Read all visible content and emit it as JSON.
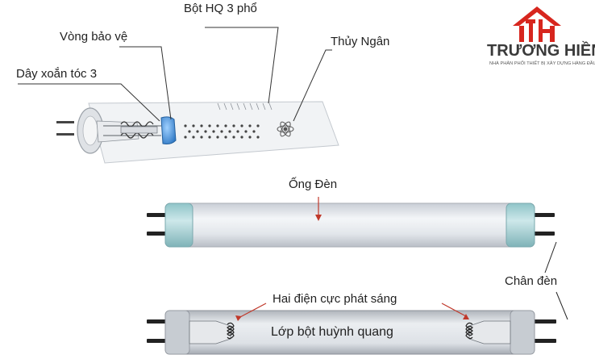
{
  "brand": {
    "name": "TRƯƠNG HIỀN",
    "tagline": "NHÀ PHÂN PHỐI THIẾT BỊ XÂY DỰNG HÀNG ĐẦU",
    "logo_icon": "house-th-logo-icon",
    "colors": {
      "logo_red": "#d7261e",
      "brand_text": "#3a3a3a"
    }
  },
  "labels": {
    "phosphor_powder": "Bột HQ 3 phổ",
    "protective_ring": "Vòng bảo vệ",
    "mercury": "Thủy Ngân",
    "coiled_filament": "Dây xoắn tóc 3",
    "tube": "Ống Đèn",
    "lamp_pins": "Chân đèn",
    "electrodes": "Hai điện cực phát sáng",
    "phosphor_layer": "Lớp bột huỳnh quang"
  },
  "colors": {
    "tube_glass": "#dfe3e8",
    "end_cap": "#a7d3d6",
    "pointer_red": "#c0392b",
    "ring_blue": "#4a90d9"
  }
}
